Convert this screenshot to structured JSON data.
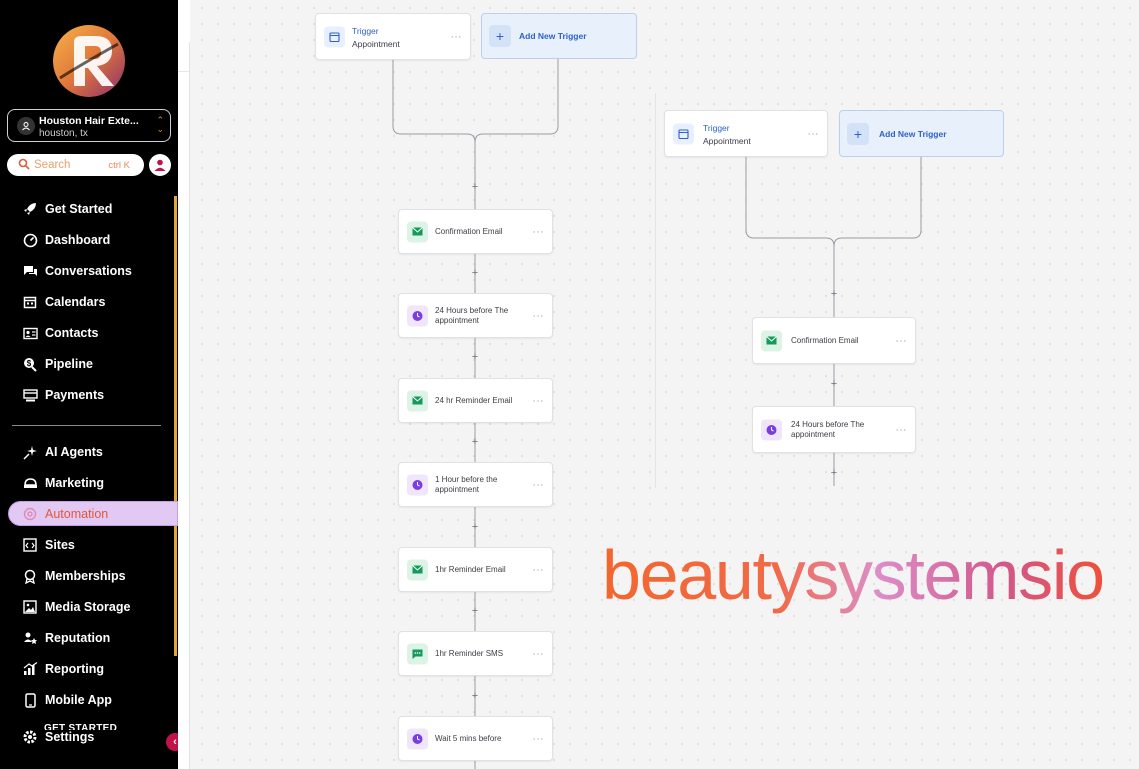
{
  "sidebar": {
    "account": {
      "name": "Houston Hair Exte...",
      "location": "houston, tx"
    },
    "search": {
      "placeholder": "Search",
      "shortcut": "ctrl K"
    },
    "items": [
      {
        "label": "Get Started",
        "icon": "rocket-icon"
      },
      {
        "label": "Dashboard",
        "icon": "gauge-icon"
      },
      {
        "label": "Conversations",
        "icon": "chat-icon"
      },
      {
        "label": "Calendars",
        "icon": "calendar-icon"
      },
      {
        "label": "Contacts",
        "icon": "contact-card-icon"
      },
      {
        "label": "Pipeline",
        "icon": "funnel-icon"
      },
      {
        "label": "Payments",
        "icon": "payments-icon"
      }
    ],
    "items2": [
      {
        "label": "AI Agents",
        "icon": "sparkle-icon"
      },
      {
        "label": "Marketing",
        "icon": "megaphone-icon"
      },
      {
        "label": "Automation",
        "icon": "automation-icon",
        "active": true
      },
      {
        "label": "Sites",
        "icon": "code-window-icon"
      },
      {
        "label": "Memberships",
        "icon": "badge-icon"
      },
      {
        "label": "Media Storage",
        "icon": "image-icon"
      },
      {
        "label": "Reputation",
        "icon": "reputation-icon"
      },
      {
        "label": "Reporting",
        "icon": "chart-icon"
      },
      {
        "label": "Mobile App",
        "icon": "phone-icon"
      }
    ],
    "settings_label": "Settings",
    "getstarted_overlay": "GET STARTED",
    "colors": {
      "accent": "#e5a53a",
      "active_bg": "#e2c9f4",
      "active_text": "#e0583a"
    }
  },
  "workflow_left": {
    "trigger": {
      "title": "Trigger",
      "subtitle": "Appointment"
    },
    "add_trigger": "Add New Trigger",
    "steps": [
      {
        "label": "Confirmation Email",
        "type": "email"
      },
      {
        "label": "24 Hours before The appointment",
        "type": "wait"
      },
      {
        "label": "24 hr Reminder Email",
        "type": "email"
      },
      {
        "label": "1 Hour before the appointment",
        "type": "wait"
      },
      {
        "label": "1hr Reminder Email",
        "type": "email"
      },
      {
        "label": "1hr Reminder SMS",
        "type": "sms"
      },
      {
        "label": "Wait 5 mins before",
        "type": "wait"
      }
    ]
  },
  "workflow_right": {
    "trigger": {
      "title": "Trigger",
      "subtitle": "Appointment"
    },
    "add_trigger": "Add New Trigger",
    "steps": [
      {
        "label": "Confirmation Email",
        "type": "email"
      },
      {
        "label": "24 Hours before The appointment",
        "type": "wait"
      }
    ]
  },
  "brand": {
    "text_part1": "beauty",
    "text_part2": "systems",
    "text_part3": "io"
  },
  "menu_dots": "···"
}
